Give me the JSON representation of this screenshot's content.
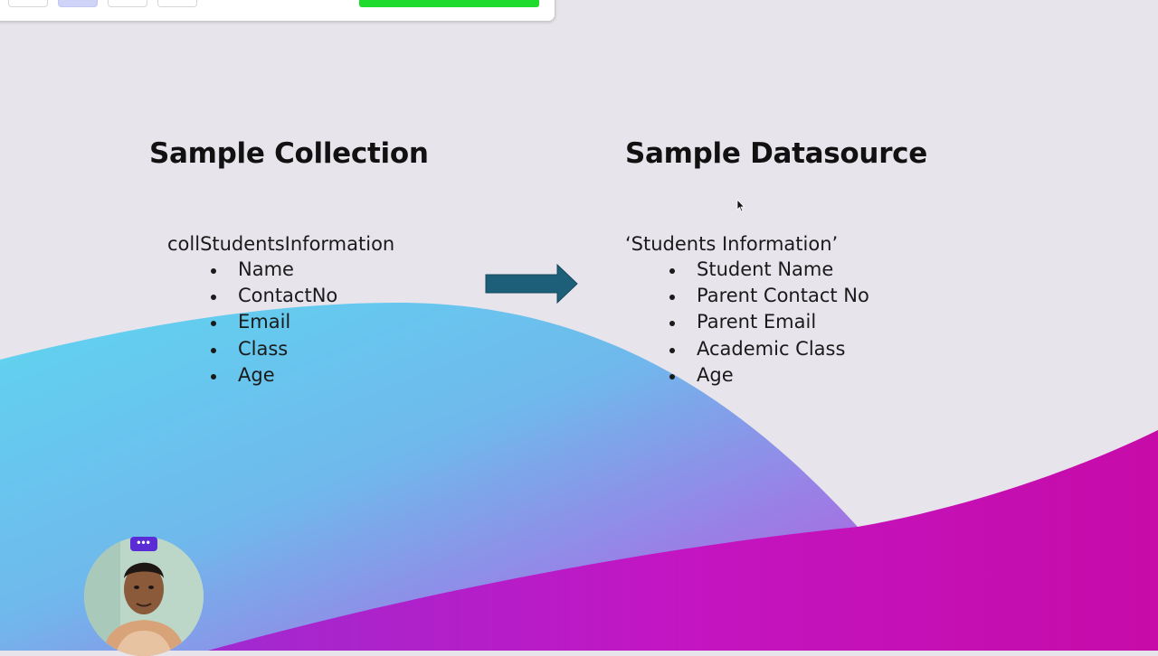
{
  "left_panel": {
    "title": "Sample Collection",
    "collection_name": "collStudentsInformation",
    "fields": [
      "Name",
      "ContactNo",
      "Email",
      "Class",
      "Age"
    ]
  },
  "right_panel": {
    "title": "Sample Datasource",
    "datasource_name": "‘Students Information’",
    "fields": [
      "Student Name",
      "Parent Contact No",
      "Parent Email",
      "Academic Class",
      "Age"
    ]
  },
  "webcam": {
    "more_label": "•••"
  },
  "icons": {
    "arrow": "arrow-right-icon",
    "more": "more-dots-icon",
    "cursor": "mouse-cursor-icon"
  },
  "colors": {
    "background": "#e8e4ec",
    "arrow": "#1d5f79",
    "wave_blue": "#5fd0ee",
    "wave_magenta": "#c21cb0",
    "progress": "#1edb2e",
    "more_button": "#5b2bd6"
  }
}
